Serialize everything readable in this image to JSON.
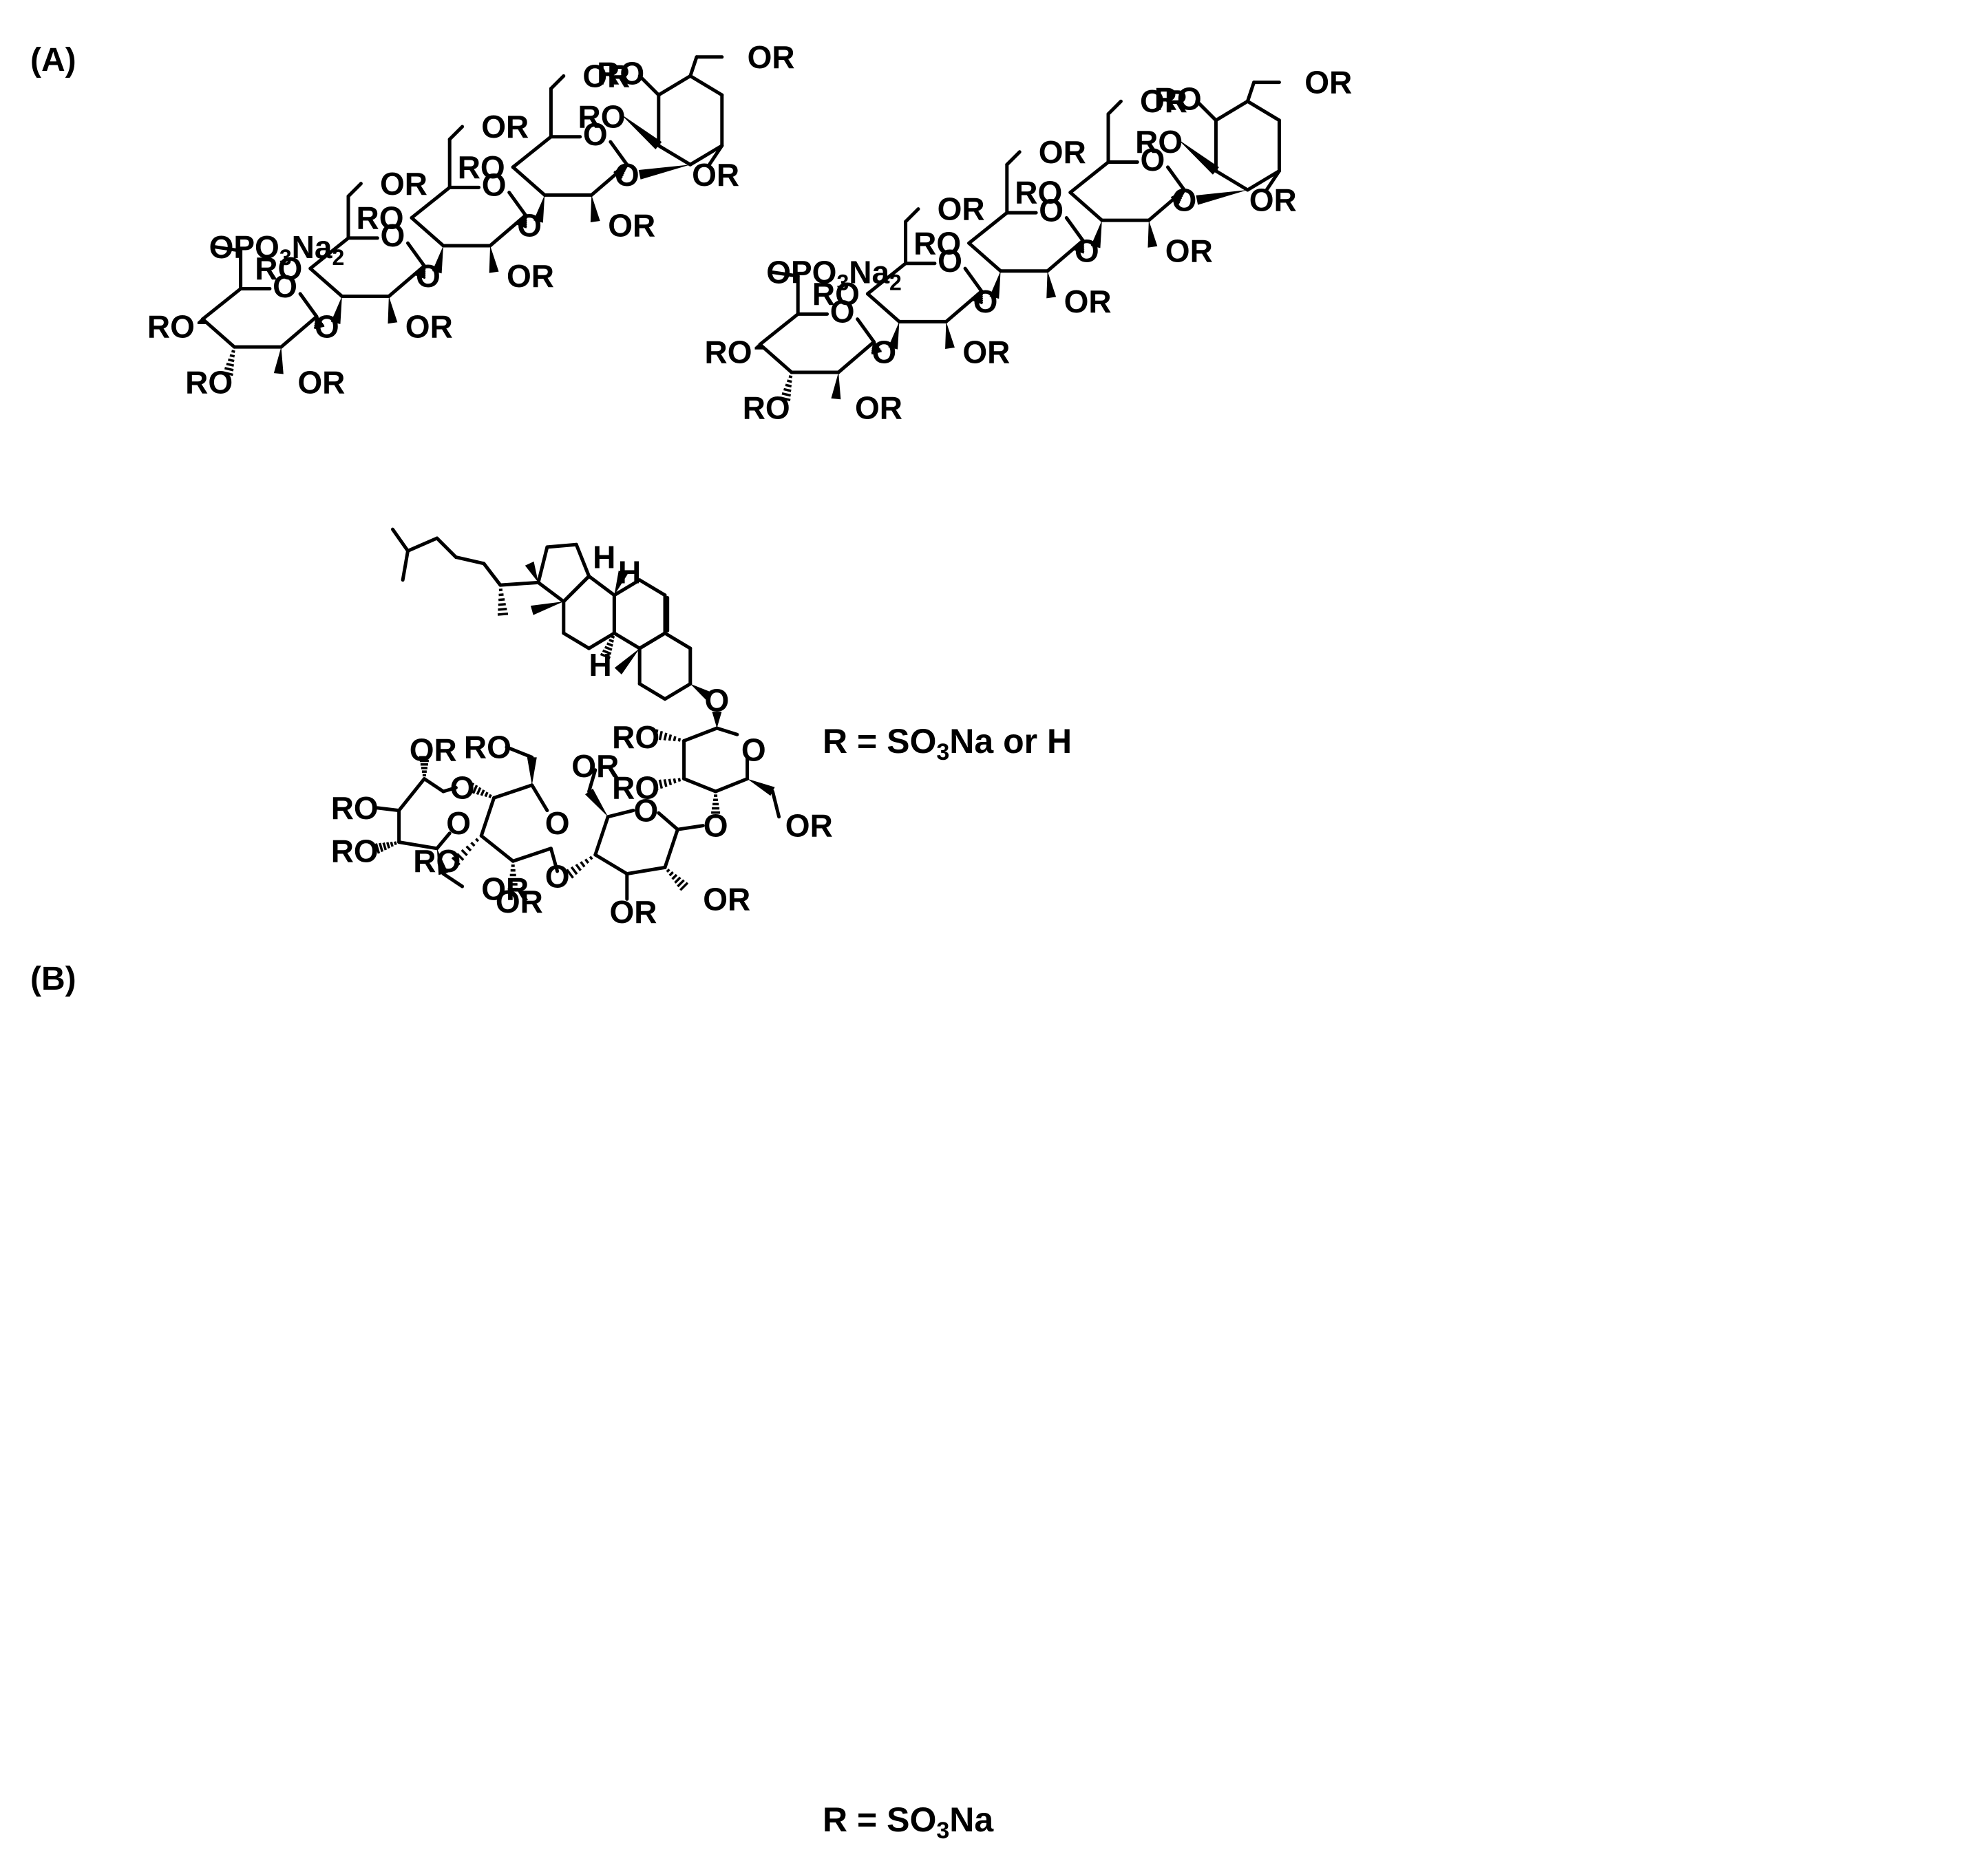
{
  "panels": [
    {
      "label": "(A)",
      "r_def": {
        "pre": "R = SO",
        "sub": "3",
        "post": "Na or H"
      }
    },
    {
      "label": "(B)",
      "r_def": {
        "pre": "R = SO",
        "sub": "3",
        "post": "Na"
      }
    }
  ],
  "atoms": {
    "or": "OR",
    "ro": "RO",
    "o": "O",
    "h": "H",
    "opo3na2": "OPO3Na2"
  }
}
